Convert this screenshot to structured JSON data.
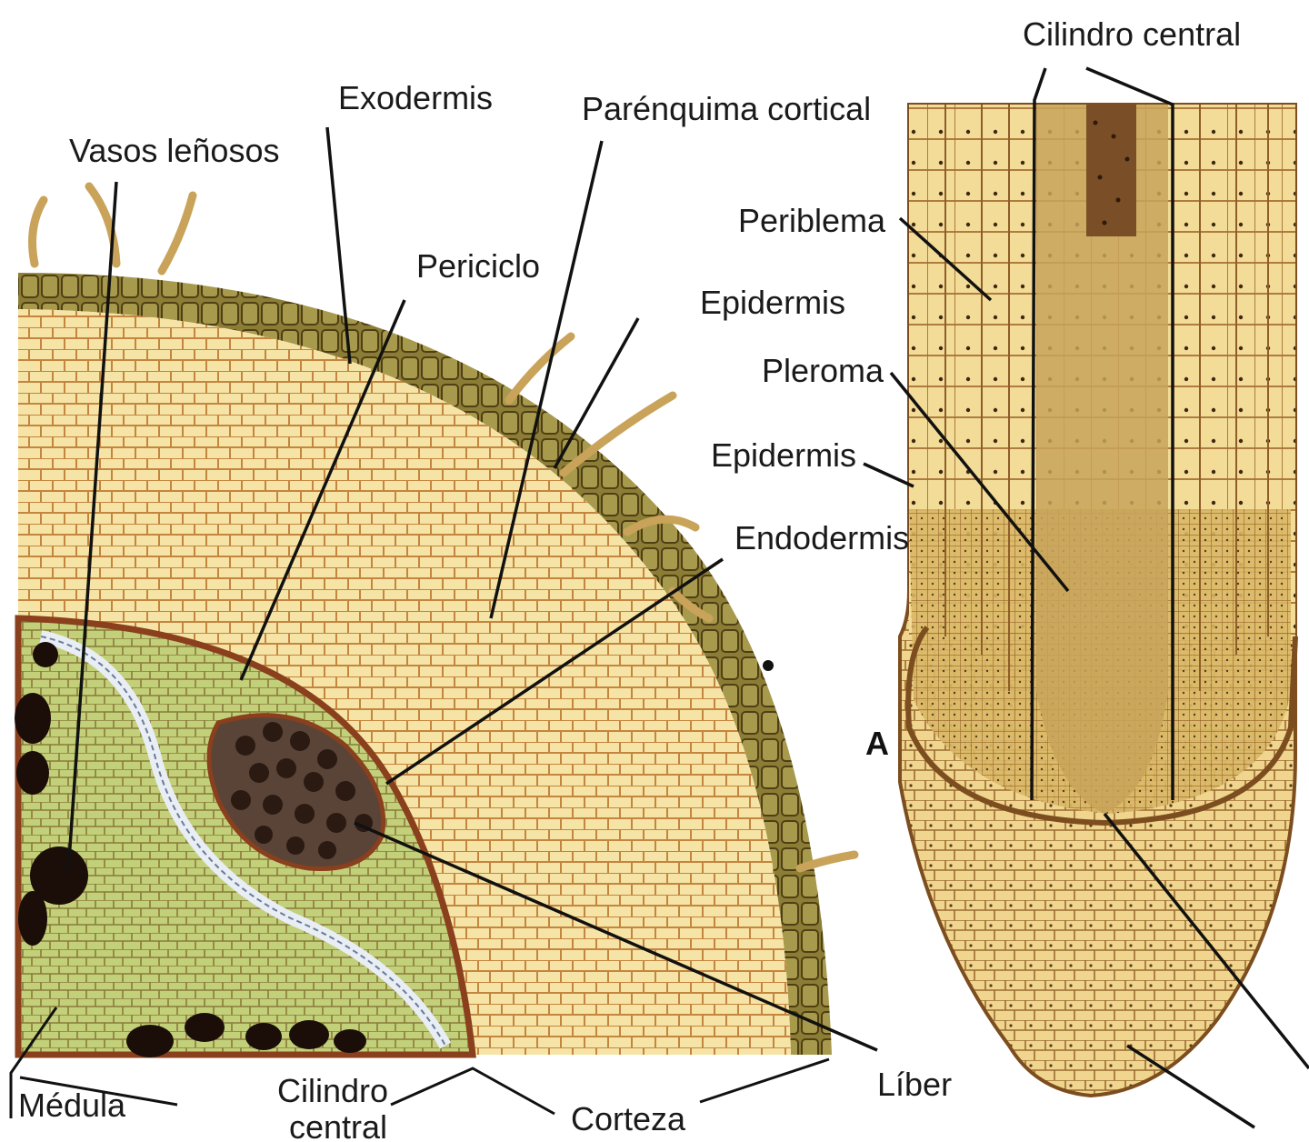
{
  "labels": {
    "cilindro_central_top": "Cilindro central",
    "exodermis": "Exodermis",
    "parenquima_cortical": "Parénquima cortical",
    "vasos_lenosos": "Vasos leñosos",
    "periciclo": "Periciclo",
    "periblema": "Periblema",
    "epidermis_1": "Epidermis",
    "pleroma": "Pleroma",
    "epidermis_2": "Epidermis",
    "endodermis": "Endodermis",
    "panel_a": "A",
    "medula": "Médula",
    "cilindro_central_bottom_1": "Cilindro",
    "cilindro_central_bottom_2": "central",
    "corteza": "Corteza",
    "liber": "Líber"
  },
  "colors": {
    "epidermis_band": "#7a6a2a",
    "cortex_cell_fill": "#f6e4a6",
    "cortex_wall": "#b9773a",
    "stele_green": "#b9c86a",
    "stele_dark": "#5e4a3a",
    "vessel_black": "#1b0d08",
    "root_tip_fill": "#e8c97a",
    "root_tip_wall": "#8f5e28"
  }
}
